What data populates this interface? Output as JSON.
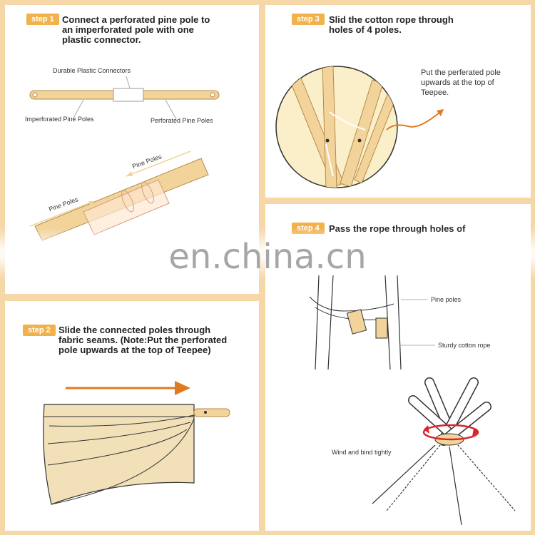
{
  "step1": {
    "badge": "step 1",
    "heading_lines": [
      "Connect a perforated pine pole to",
      "an imperforated pole with one",
      "plastic connector."
    ],
    "labels": {
      "connector": "Durable Plastic Connectors",
      "imperforated": "Imperforated Pine Poles",
      "perforated": "Perforated Pine Poles",
      "pine_poles_upper": "Pine Poles",
      "pine_poles_lower": "Pine Poles"
    }
  },
  "step2": {
    "badge": "step 2",
    "heading_lines": [
      "Slide the connected poles through",
      "fabric seams. (Note:Put the perforated",
      "pole upwards at the top of Teepee)"
    ]
  },
  "step3": {
    "badge": "step 3",
    "heading_lines": [
      "Slid the cotton rope through",
      "holes of  4 poles."
    ],
    "note_lines": [
      "Put the perferated pole",
      "upwards at the top of",
      "Teepee."
    ]
  },
  "step4": {
    "badge": "step 4",
    "heading_lines": [
      "Pass the rope through holes of"
    ],
    "labels": {
      "pine_poles": "Pine poles",
      "rope": "Sturdy cotton rope",
      "wind": "Wind and bind tightly"
    }
  },
  "watermark": "en.china.cn",
  "colors": {
    "border": "#f6d7a8",
    "badge": "#f2b24b",
    "pole": "#f2d49b",
    "arrow": "#e07b20"
  }
}
